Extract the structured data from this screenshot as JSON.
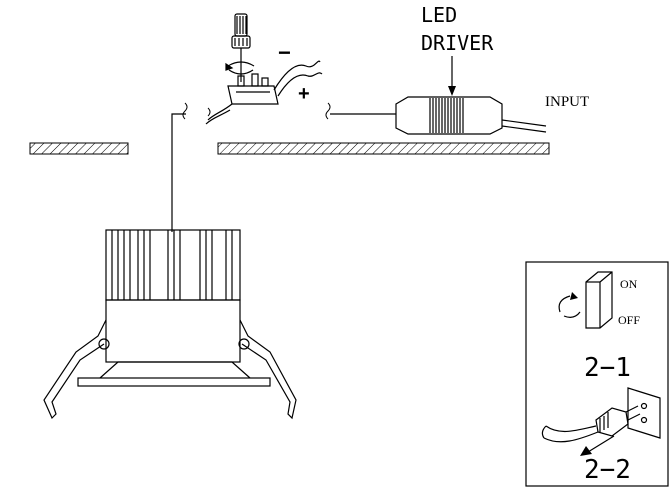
{
  "labels": {
    "led_line1": "LED",
    "led_line2": "DRIVER",
    "input": "INPUT",
    "minus": "−",
    "plus": "+",
    "switch_on": "ON",
    "switch_off": "OFF",
    "step_2_1": "2−1",
    "step_2_2": "2−2"
  }
}
